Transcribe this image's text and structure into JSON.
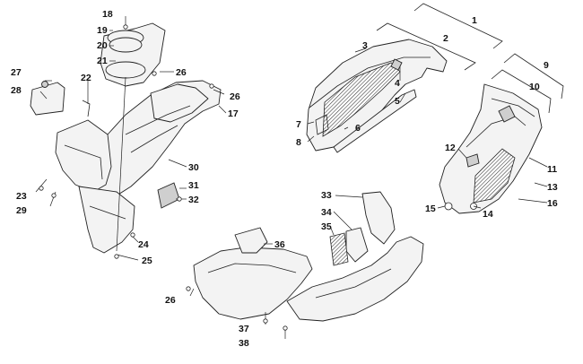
{
  "diagram": {
    "callouts": [
      {
        "id": "c1",
        "label": "1"
      },
      {
        "id": "c2",
        "label": "2"
      },
      {
        "id": "c3",
        "label": "3"
      },
      {
        "id": "c4",
        "label": "4"
      },
      {
        "id": "c5",
        "label": "5"
      },
      {
        "id": "c6",
        "label": "6"
      },
      {
        "id": "c7",
        "label": "7"
      },
      {
        "id": "c8",
        "label": "8"
      },
      {
        "id": "c9",
        "label": "9"
      },
      {
        "id": "c10",
        "label": "10"
      },
      {
        "id": "c11",
        "label": "11"
      },
      {
        "id": "c12",
        "label": "12"
      },
      {
        "id": "c13",
        "label": "13"
      },
      {
        "id": "c14",
        "label": "14"
      },
      {
        "id": "c15",
        "label": "15"
      },
      {
        "id": "c16",
        "label": "16"
      },
      {
        "id": "c17",
        "label": "17"
      },
      {
        "id": "c18",
        "label": "18"
      },
      {
        "id": "c19",
        "label": "19"
      },
      {
        "id": "c20",
        "label": "20"
      },
      {
        "id": "c21",
        "label": "21"
      },
      {
        "id": "c22",
        "label": "22"
      },
      {
        "id": "c23",
        "label": "23"
      },
      {
        "id": "c24",
        "label": "24"
      },
      {
        "id": "c25",
        "label": "25"
      },
      {
        "id": "c26a",
        "label": "26"
      },
      {
        "id": "c26b",
        "label": "26"
      },
      {
        "id": "c26c",
        "label": "26"
      },
      {
        "id": "c27",
        "label": "27"
      },
      {
        "id": "c28",
        "label": "28"
      },
      {
        "id": "c29",
        "label": "29"
      },
      {
        "id": "c30",
        "label": "30"
      },
      {
        "id": "c31",
        "label": "31"
      },
      {
        "id": "c32",
        "label": "32"
      },
      {
        "id": "c33",
        "label": "33"
      },
      {
        "id": "c34",
        "label": "34"
      },
      {
        "id": "c35",
        "label": "35"
      },
      {
        "id": "c36",
        "label": "36"
      },
      {
        "id": "c37",
        "label": "37"
      },
      {
        "id": "c38",
        "label": "38"
      }
    ]
  }
}
